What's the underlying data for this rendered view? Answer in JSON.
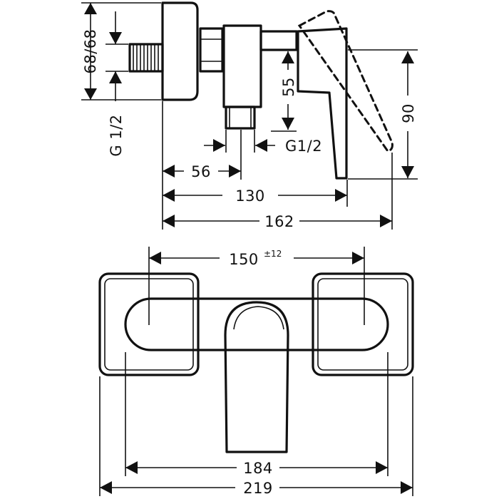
{
  "side_view": {
    "dim_68": "68/68",
    "dim_g12_vertical": "G 1/2",
    "dim_55": "55",
    "dim_90": "90",
    "dim_g12_horizontal": "G1/2",
    "dim_56": "56",
    "dim_130": "130",
    "dim_162": "162"
  },
  "front_view": {
    "dim_150": "150",
    "dim_150_tolerance": "±12",
    "dim_184": "184",
    "dim_219": "219"
  }
}
